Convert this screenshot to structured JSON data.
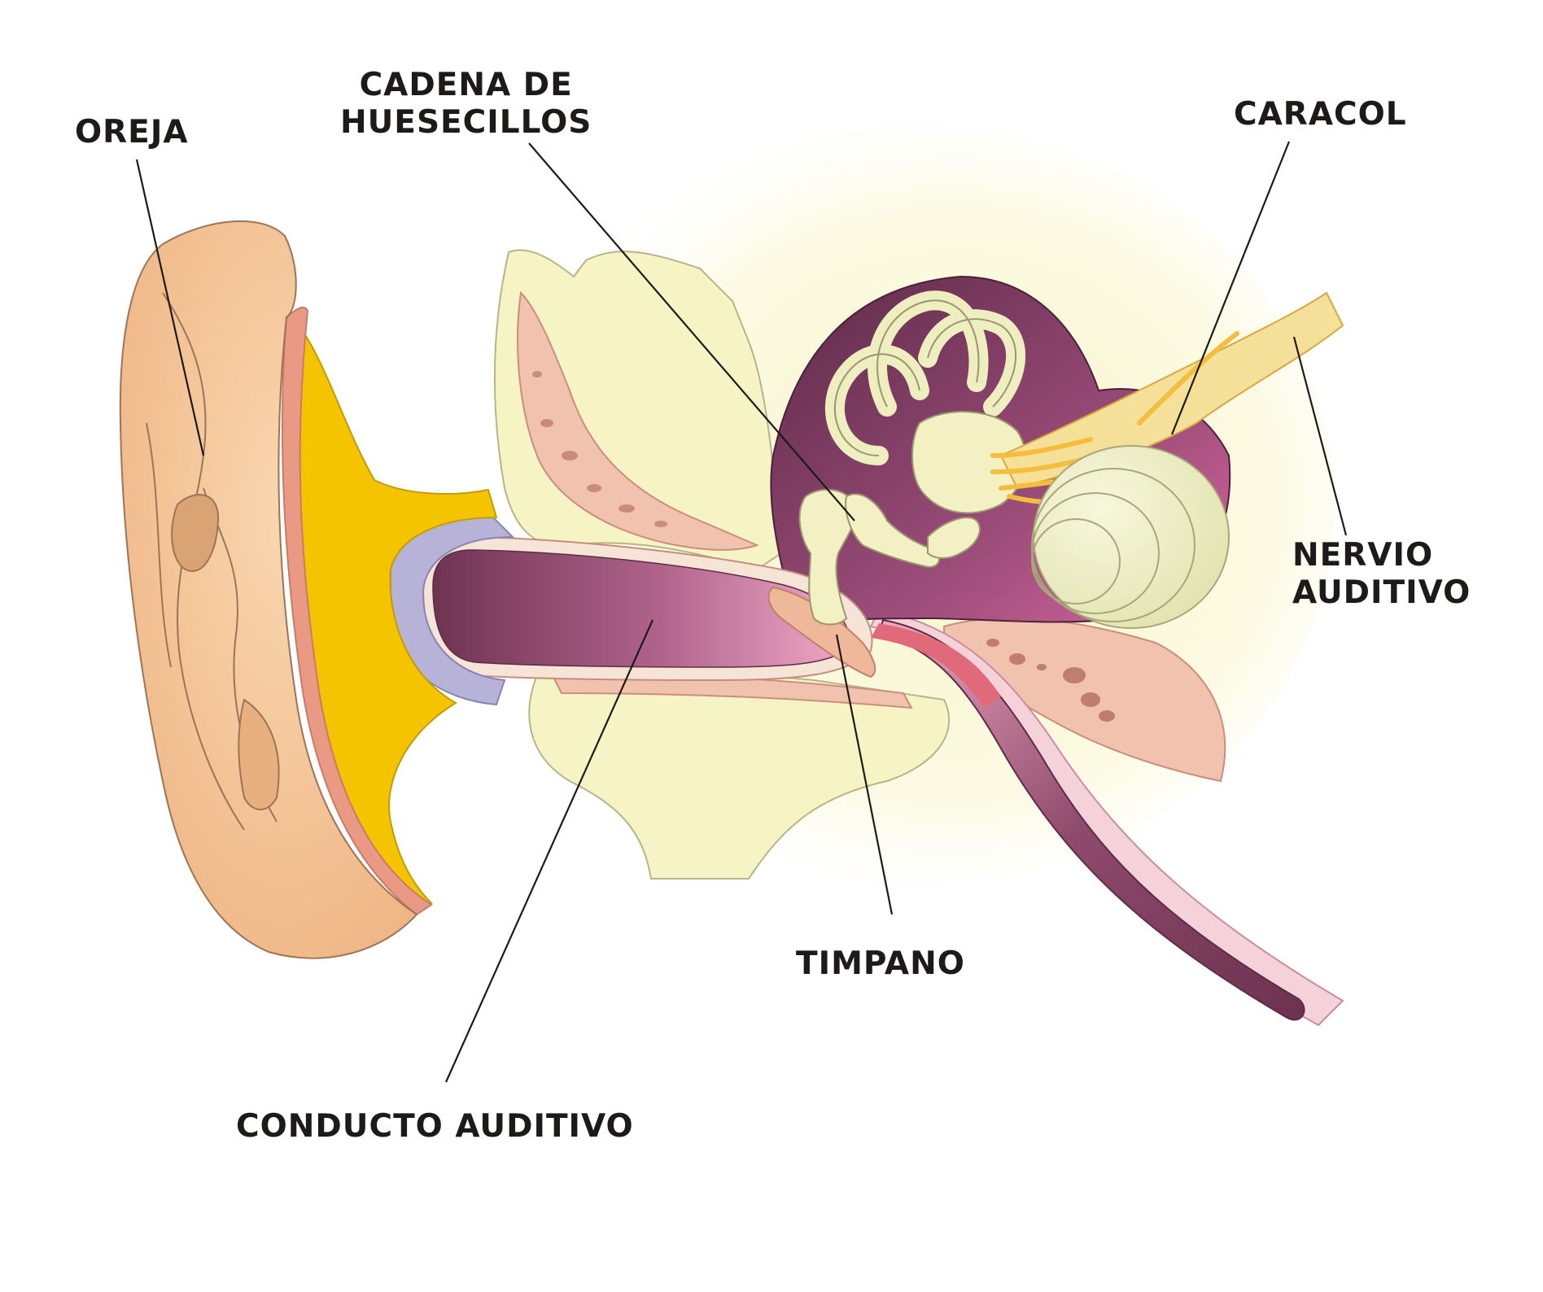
{
  "labels": {
    "oreja": "OREJA",
    "cadena_line1": "CADENA DE",
    "cadena_line2": "HUESECILLOS",
    "caracol": "CARACOL",
    "nervio_line1": "NERVIO",
    "nervio_line2": "AUDITIVO",
    "timpano": "TIMPANO",
    "conducto": "CONDUCTO AUDITIVO"
  },
  "colors": {
    "skin": "#f4c494",
    "cartilage": "#f5c400",
    "skin_edge": "#ea9a84",
    "bone": "#f6f3c4",
    "bone_pink": "#f1c2ae",
    "canal_dark": "#7c3e5c",
    "canal_light": "#f0a8c8",
    "lavender": "#b7b2d8",
    "cochlea": "#eef0c6",
    "nerve": "#f5bd3c",
    "tube": "#e06a7a",
    "leader_line": "#1e1a1a"
  }
}
